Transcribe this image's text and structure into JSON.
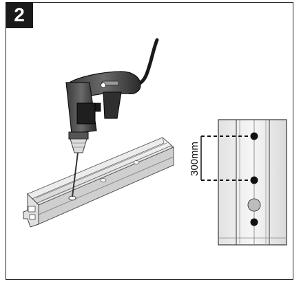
{
  "step": {
    "number": "2"
  },
  "dimension": {
    "label": "300mm"
  },
  "icons": {
    "drill": "drill-icon",
    "rail": "aluminium-rail",
    "rail_detail": "rail-hole-detail"
  }
}
